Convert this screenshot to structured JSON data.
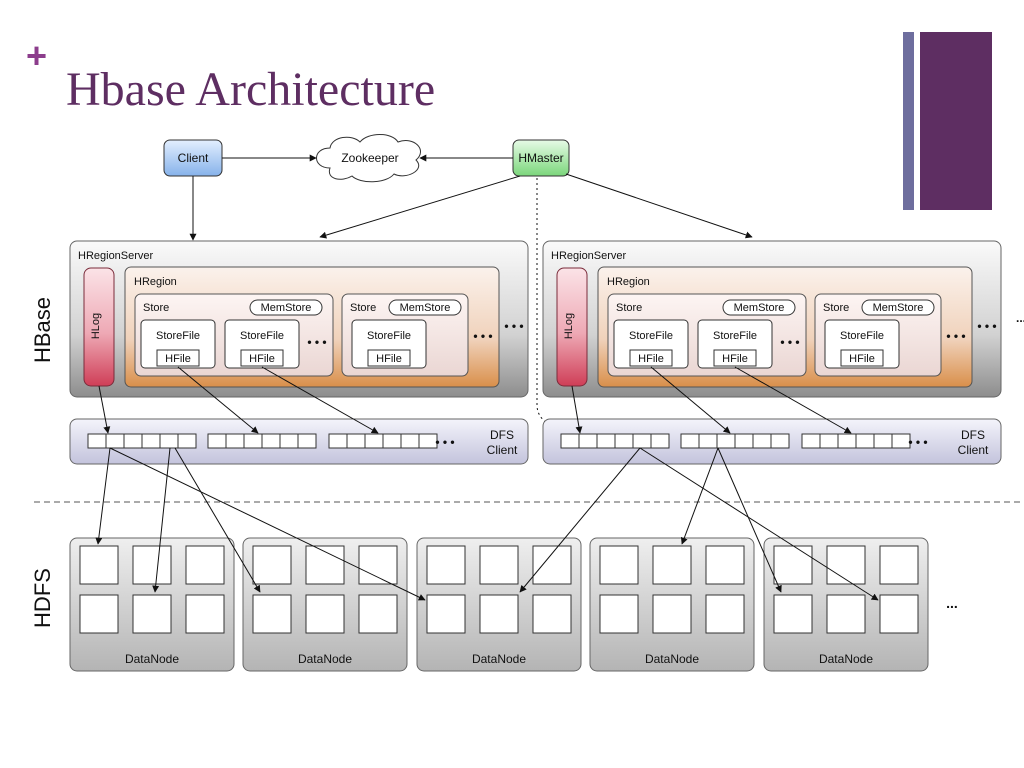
{
  "slide": {
    "plus": "+",
    "title": "Hbase Architecture"
  },
  "diagram": {
    "client": "Client",
    "zookeeper": "Zookeeper",
    "hmaster": "HMaster",
    "hbase_label": "HBase",
    "hdfs_label": "HDFS",
    "region_server": "HRegionServer",
    "hregion": "HRegion",
    "hlog": "HLog",
    "store": "Store",
    "memstore": "MemStore",
    "storefile": "StoreFile",
    "hfile": "HFile",
    "ellipsis": "• • •",
    "ellipsis_plain": "...",
    "dfs_client_line1": "DFS",
    "dfs_client_line2": "Client",
    "datanode": "DataNode"
  },
  "colors": {
    "title": "#5e2e62",
    "accent_plus": "#8c3d8c",
    "deco_thin": "#6e6e9e",
    "deco_thick": "#5e2e62",
    "client_fill": "#a9c9f0",
    "hmaster_fill": "#9ee29e",
    "hlog_fill": "#d9546a",
    "region_fill": "#e9a25f"
  }
}
